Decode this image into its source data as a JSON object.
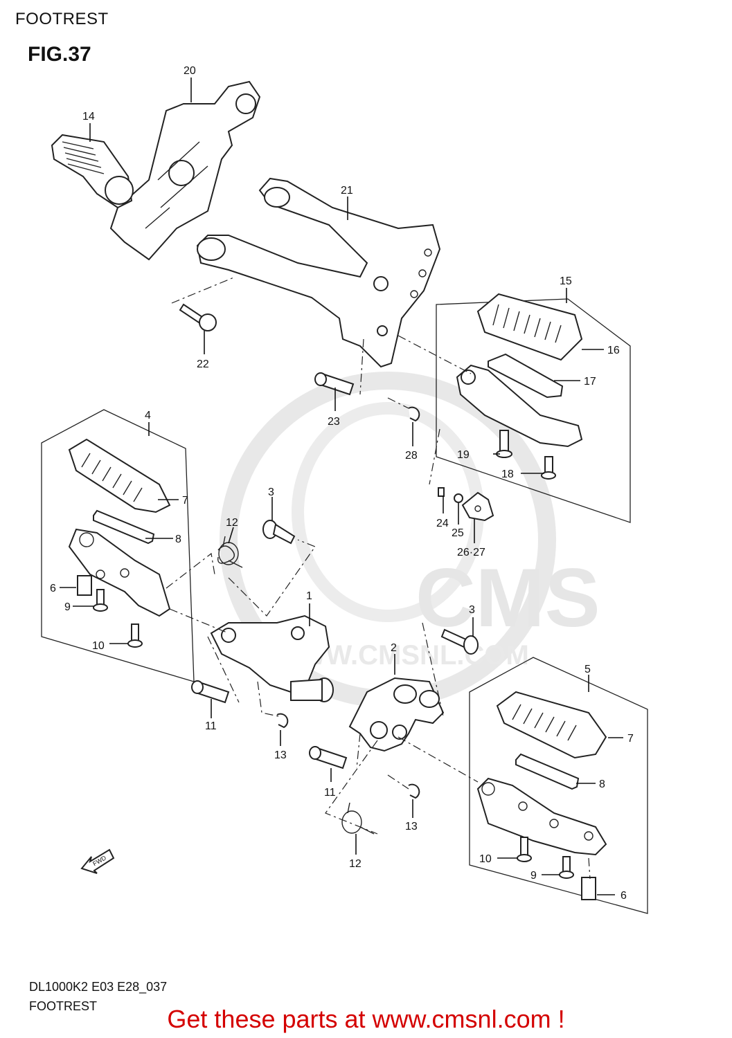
{
  "header": {
    "title": "FOOTREST",
    "figure": "FIG.37"
  },
  "footer": {
    "model_code": "DL1000K2 E03 E28_037",
    "title": "FOOTREST"
  },
  "cta": {
    "text": "Get these parts at www.cmsnl.com !",
    "color": "#d40000"
  },
  "watermark": {
    "text": "CMS",
    "url_text": "WWW.CMSNL.COM",
    "color": "#e6e6e6"
  },
  "fwd_label": "FWD",
  "callouts": {
    "c1": "1",
    "c2": "2",
    "c3a": "3",
    "c3b": "3",
    "c4": "4",
    "c5": "5",
    "c6a": "6",
    "c6b": "6",
    "c7a": "7",
    "c7b": "7",
    "c8a": "8",
    "c8b": "8",
    "c9a": "9",
    "c9b": "9",
    "c10a": "10",
    "c10b": "10",
    "c11a": "11",
    "c11b": "11",
    "c12a": "12",
    "c12b": "12",
    "c13a": "13",
    "c13b": "13",
    "c14": "14",
    "c15": "15",
    "c16": "16",
    "c17": "17",
    "c18": "18",
    "c19": "19",
    "c20": "20",
    "c21": "21",
    "c22": "22",
    "c23": "23",
    "c24": "24",
    "c25": "25",
    "c2627": "26·27",
    "c28": "28"
  }
}
